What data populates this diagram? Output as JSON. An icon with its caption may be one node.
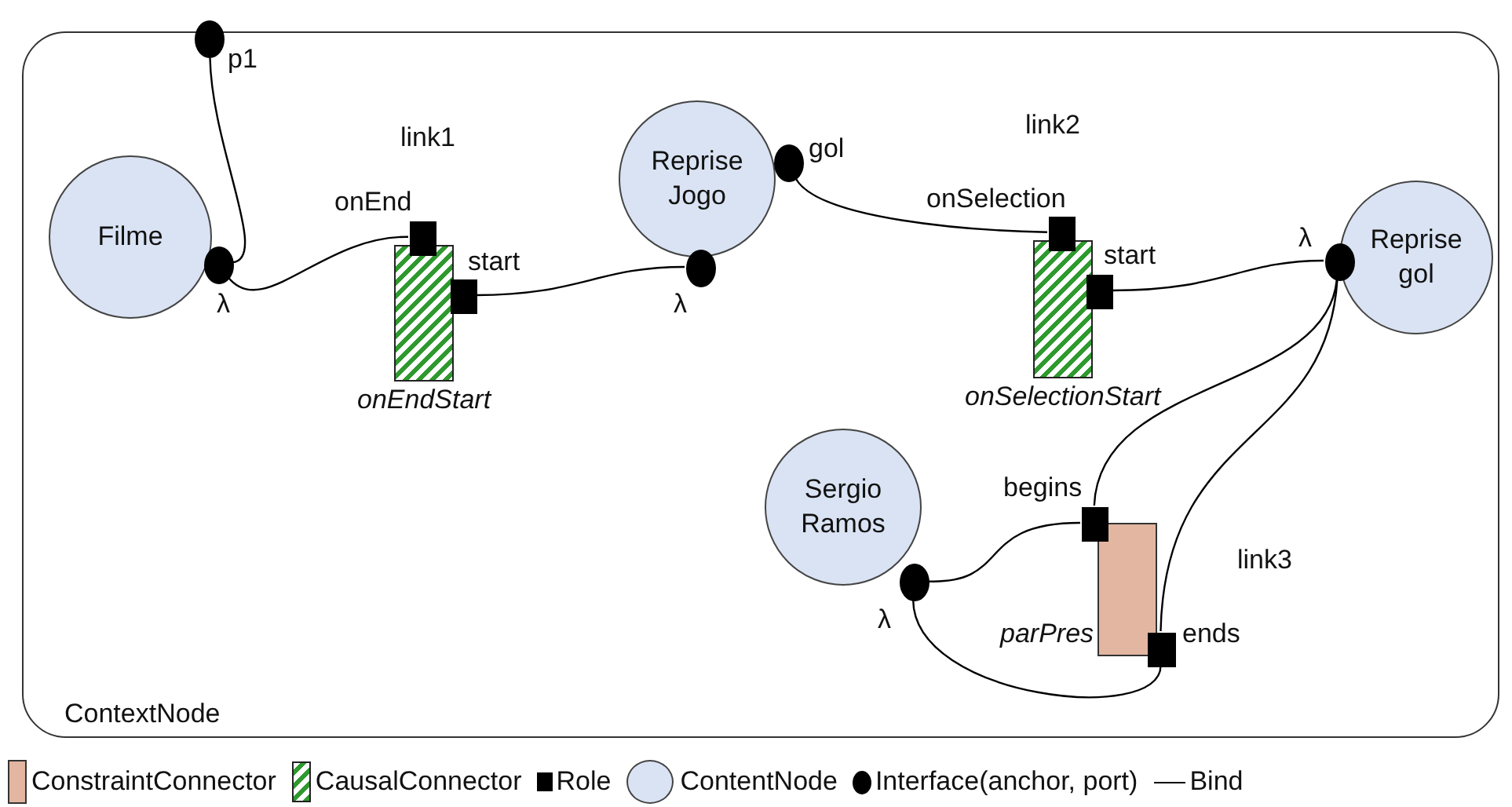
{
  "diagram": {
    "nodes": [
      {
        "text": [
          "ContextNode"
        ]
      },
      {
        "text": [
          "Filme"
        ],
        "in": 0
      },
      {
        "text": [
          "p1"
        ]
      },
      {
        "text": [
          "λ"
        ],
        "in": 0
      },
      {
        "text": [
          "onEndStart"
        ],
        "in": 0
      },
      {
        "text": [
          "onEnd"
        ],
        "in": 0
      },
      {
        "text": [
          "start"
        ],
        "in": 0
      },
      {
        "text": [
          "Reprise Jogo"
        ],
        "in": 0
      },
      {
        "text": [
          "λ"
        ],
        "in": 0
      },
      {
        "text": [
          "gol"
        ],
        "in": 0
      },
      {
        "text": [
          "onSelectionStart"
        ],
        "in": 0
      },
      {
        "text": [
          "onSelection"
        ],
        "in": 0
      },
      {
        "text": [
          "start"
        ],
        "in": 0
      },
      {
        "text": [
          "Reprise gol"
        ],
        "in": 0
      },
      {
        "text": [
          "λ"
        ],
        "in": 0
      },
      {
        "text": [
          "Sergio Ramos"
        ],
        "in": 0
      },
      {
        "text": [
          "λ"
        ],
        "in": 0
      },
      {
        "text": [
          "parPres"
        ],
        "in": 0
      },
      {
        "text": [
          "begins"
        ],
        "in": 0
      },
      {
        "text": [
          "ends"
        ],
        "in": 0
      }
    ],
    "edges": [
      {
        "from": 2,
        "to": 3,
        "arrow": "none"
      },
      {
        "from": 3,
        "to": 5,
        "arrow": "none"
      },
      {
        "from": 6,
        "to": 8,
        "arrow": "none"
      },
      {
        "from": 9,
        "to": 11,
        "arrow": "none"
      },
      {
        "from": 12,
        "to": 14,
        "arrow": "none"
      },
      {
        "from": 14,
        "to": 18,
        "arrow": "none"
      },
      {
        "from": 14,
        "to": 19,
        "arrow": "none"
      },
      {
        "from": 16,
        "to": 18,
        "arrow": "none"
      },
      {
        "from": 16,
        "to": 19,
        "arrow": "none"
      }
    ],
    "labels": [
      "link1",
      "link2",
      "link3"
    ],
    "legend": [
      {
        "text": "ConstraintConnector",
        "color": "#e2b6a0"
      },
      {
        "text": "CausalConnector"
      },
      {
        "text": "Role"
      },
      {
        "text": "ContentNode"
      },
      {
        "text": "Interface(anchor, port)"
      },
      {
        "text": "Bind"
      }
    ]
  }
}
